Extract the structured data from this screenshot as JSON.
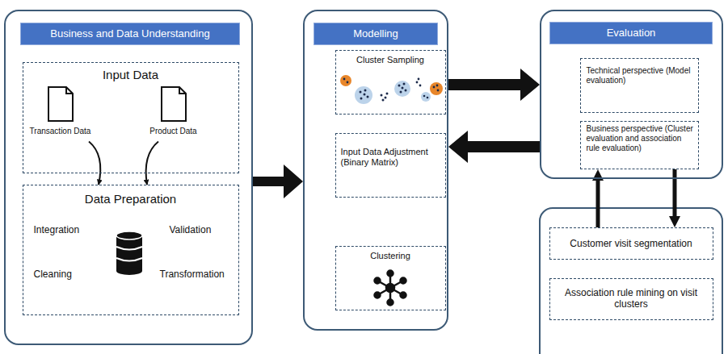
{
  "diagram": {
    "nodes": [
      {
        "text": [
          "Business and Data Understanding"
        ]
      },
      {
        "text": [
          "Input Data"
        ],
        "in": 0
      },
      {
        "text": [
          "Transaction Data"
        ],
        "in": 1
      },
      {
        "text": [
          "Product Data"
        ],
        "in": 1
      },
      {
        "text": [
          "Data Preparation",
          "Integration",
          "Validation",
          "Cleaning",
          "Transformation"
        ],
        "in": 0
      },
      {
        "text": [
          "Modelling"
        ]
      },
      {
        "text": [
          "Cluster Sampling"
        ],
        "in": 5
      },
      {
        "text": [
          "Input Data Adjustment (Binary Matrix)"
        ],
        "in": 5
      },
      {
        "text": [
          "Clustering"
        ],
        "in": 5
      },
      {
        "text": [
          "Evaluation"
        ]
      },
      {
        "text": [
          "Technical perspective (Model evaluation)"
        ],
        "in": 9
      },
      {
        "text": [
          "Business perspective (Cluster evaluation and association rule evaluation)"
        ],
        "in": 9
      },
      {
        "text": [
          "Customer visit segmentation"
        ]
      },
      {
        "text": [
          "Association rule mining on visit clusters"
        ]
      }
    ],
    "edges": [
      {
        "from": 2,
        "to": 4,
        "arrow": "to"
      },
      {
        "from": 3,
        "to": 4,
        "arrow": "to"
      },
      {
        "from": 0,
        "to": 5,
        "arrow": "to"
      },
      {
        "from": 5,
        "to": 9,
        "arrow": "to"
      },
      {
        "from": 9,
        "to": 5,
        "arrow": "to"
      },
      {
        "from": 12,
        "to": 11,
        "arrow": "to"
      },
      {
        "from": 11,
        "to": 12,
        "arrow": "to"
      }
    ]
  }
}
